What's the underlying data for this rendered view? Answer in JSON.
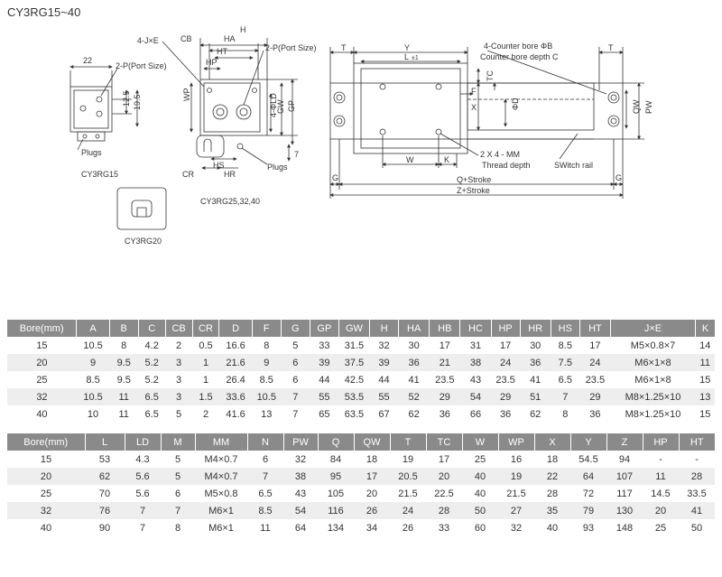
{
  "title": "CY3RG15~40",
  "drawing_labels": {
    "je": "4-J×E",
    "cb": "CB",
    "h": "H",
    "ha": "HA",
    "ht": "HT",
    "hp": "HP",
    "port_size_right": "2-P(Port Size)",
    "port_size_left": "2-P(Port Size)",
    "dim_22": "22",
    "dim_12_5": "12.5",
    "dim_19_5": "19.5",
    "wp": "WP",
    "ld": "4-ΦLD",
    "gw": "GW",
    "gp": "GP",
    "dim_7": "7",
    "plugs_left": "Plugs",
    "plugs_mid": "Plugs",
    "cr": "CR",
    "hs": "HS",
    "hr": "HR",
    "model_15": "CY3RG15",
    "model_25": "CY3RG25,32,40",
    "model_20": "CY3RG20",
    "t_left": "T",
    "y": "Y",
    "l": "L",
    "tol": "±1",
    "counter_bore": "4-Counter bore ΦB",
    "counter_depth": "Counter bore depth C",
    "t_right": "T",
    "tc": "TC",
    "f": "F",
    "x": "X",
    "d": "ΦD",
    "qw": "QW",
    "pw": "PW",
    "w": "W",
    "k": "K",
    "thread": "2 X 4 - MM",
    "thread_depth": "Thread depth",
    "switch_rail": "SWitch rail",
    "g_left": "G",
    "g_right": "G",
    "q_stroke": "Q+Stroke",
    "z_stroke": "Z+Stroke"
  },
  "table1": {
    "headers": [
      "Bore(mm)",
      "A",
      "B",
      "C",
      "CB",
      "CR",
      "D",
      "F",
      "G",
      "GP",
      "GW",
      "H",
      "HA",
      "HB",
      "HC",
      "HP",
      "HR",
      "HS",
      "HT",
      "J×E",
      "K"
    ],
    "rows": [
      [
        "15",
        "10.5",
        "8",
        "4.2",
        "2",
        "0.5",
        "16.6",
        "8",
        "5",
        "33",
        "31.5",
        "32",
        "30",
        "17",
        "31",
        "17",
        "30",
        "8.5",
        "17",
        "M5×0.8×7",
        "14"
      ],
      [
        "20",
        "9",
        "9.5",
        "5.2",
        "3",
        "1",
        "21.6",
        "9",
        "6",
        "39",
        "37.5",
        "39",
        "36",
        "21",
        "38",
        "24",
        "36",
        "7.5",
        "24",
        "M6×1×8",
        "11"
      ],
      [
        "25",
        "8.5",
        "9.5",
        "5.2",
        "3",
        "1",
        "26.4",
        "8.5",
        "6",
        "44",
        "42.5",
        "44",
        "41",
        "23.5",
        "43",
        "23.5",
        "41",
        "6.5",
        "23.5",
        "M6×1×8",
        "15"
      ],
      [
        "32",
        "10.5",
        "11",
        "6.5",
        "3",
        "1.5",
        "33.6",
        "10.5",
        "7",
        "55",
        "53.5",
        "55",
        "52",
        "29",
        "54",
        "29",
        "51",
        "7",
        "29",
        "M8×1.25×10",
        "13"
      ],
      [
        "40",
        "10",
        "11",
        "6.5",
        "5",
        "2",
        "41.6",
        "13",
        "7",
        "65",
        "63.5",
        "67",
        "62",
        "36",
        "66",
        "36",
        "62",
        "8",
        "36",
        "M8×1.25×10",
        "15"
      ]
    ]
  },
  "table2": {
    "headers": [
      "Bore(mm)",
      "L",
      "LD",
      "M",
      "MM",
      "N",
      "PW",
      "Q",
      "QW",
      "T",
      "TC",
      "W",
      "WP",
      "X",
      "Y",
      "Z",
      "HP",
      "HT"
    ],
    "rows": [
      [
        "15",
        "53",
        "4.3",
        "5",
        "M4×0.7",
        "6",
        "32",
        "84",
        "18",
        "19",
        "17",
        "25",
        "16",
        "18",
        "54.5",
        "94",
        "-",
        "-"
      ],
      [
        "20",
        "62",
        "5.6",
        "5",
        "M4×0.7",
        "7",
        "38",
        "95",
        "17",
        "20.5",
        "20",
        "40",
        "19",
        "22",
        "64",
        "107",
        "11",
        "28"
      ],
      [
        "25",
        "70",
        "5.6",
        "6",
        "M5×0.8",
        "6.5",
        "43",
        "105",
        "20",
        "21.5",
        "22.5",
        "40",
        "21.5",
        "28",
        "72",
        "117",
        "14.5",
        "33.5"
      ],
      [
        "32",
        "76",
        "7",
        "7",
        "M6×1",
        "8.5",
        "54",
        "116",
        "26",
        "24",
        "28",
        "50",
        "27",
        "35",
        "79",
        "130",
        "20",
        "41"
      ],
      [
        "40",
        "90",
        "7",
        "8",
        "M6×1",
        "11",
        "64",
        "134",
        "34",
        "26",
        "33",
        "60",
        "32",
        "40",
        "93",
        "148",
        "25",
        "50"
      ]
    ]
  }
}
